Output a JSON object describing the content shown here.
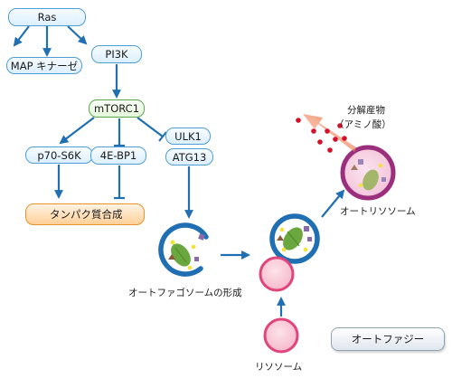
{
  "nodes": {
    "ras": "Ras",
    "map_kinase": "MAP キナーゼ",
    "pi3k": "PI3K",
    "mtorc1": "mTORC1",
    "p70s6k": "p70-S6K",
    "ebp1": "4E-BP1",
    "ulk1": "ULK1",
    "atg13": "ATG13",
    "protein_synthesis": "タンパク質合成",
    "autophagy": "オートファジー"
  },
  "labels": {
    "autophagosome_formation": "オートファゴソームの形成",
    "lysosome": "リソソーム",
    "autolysosome": "オートリソソーム",
    "degradation_product": "分解産物",
    "amino_acid": "（アミノ酸）"
  },
  "colors": {
    "arrow": "#1f6fb2",
    "membrane": "#1f6fb2",
    "lysosome": "#e0457b",
    "autolysosome": "#9b2f7e",
    "degradation_arrow": "#f28a5b",
    "amino_acid_dot": "#d4102a",
    "node_border": "#4f9fd6",
    "mtorc1_border": "#5aa64b",
    "protein_synthesis_fill": "#ffd098"
  },
  "icons": [
    "arrow-icon",
    "inhibition-bar-icon",
    "mitochondrion-icon",
    "cargo-particle-icon"
  ]
}
